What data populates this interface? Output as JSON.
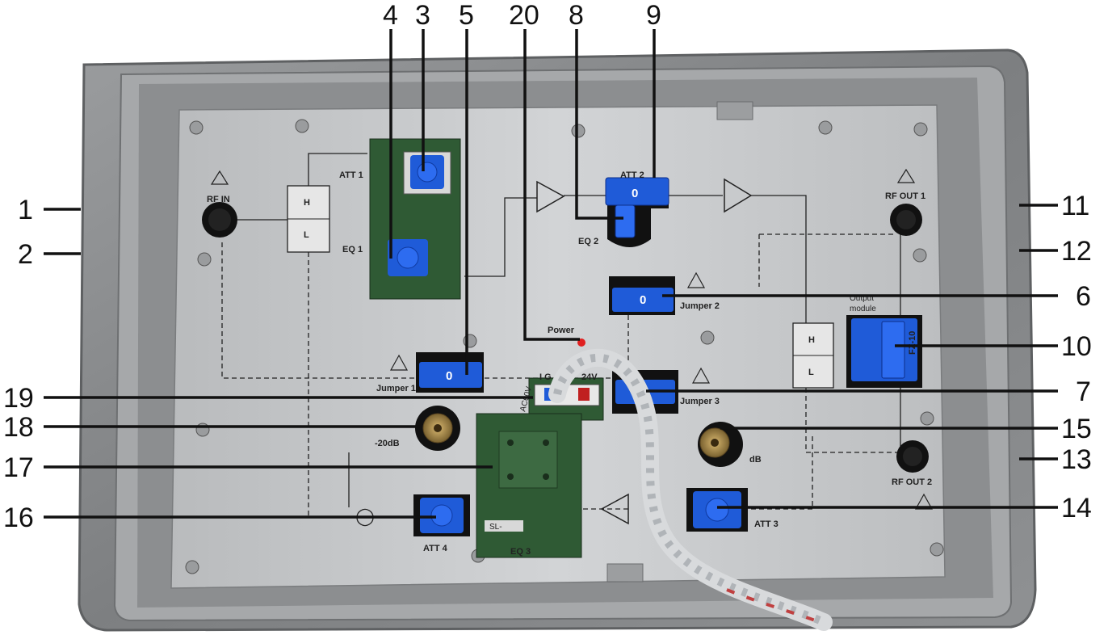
{
  "callouts": {
    "c1": "1",
    "c2": "2",
    "c3": "3",
    "c4": "4",
    "c5": "5",
    "c6": "6",
    "c7": "7",
    "c8": "8",
    "c9": "9",
    "c10": "10",
    "c11": "11",
    "c12": "12",
    "c13": "13",
    "c14": "14",
    "c15": "15",
    "c16": "16",
    "c17": "17",
    "c18": "18",
    "c19": "19",
    "c20": "20"
  },
  "panel": {
    "rf_in": "RF IN",
    "rf_out1": "RF OUT 1",
    "rf_out2": "RF OUT 2",
    "att1": "ATT 1",
    "att2": "ATT 2",
    "att3": "ATT 3",
    "att4": "ATT 4",
    "eq1": "EQ 1",
    "eq2": "EQ 2",
    "eq3": "EQ 3",
    "jumper1": "Jumper 1",
    "jumper2": "Jumper 2",
    "jumper3": "Jumper 3",
    "power": "Power",
    "output_module_line1": "Output",
    "output_module_line2": "module",
    "output_module_code": "FZ-10",
    "diplexer_h": "H",
    "diplexer_l": "L",
    "test_point_left": "-20dB",
    "test_point_right": "dB",
    "power_in_left": "AC60V",
    "power_in_mid": "I G",
    "power_in_right": "24V",
    "jumper_value": "0",
    "att2_value": "0",
    "eq3_tag": "SL-"
  },
  "colors": {
    "housing": "#8a8c8e",
    "panel": "#c4c6c8",
    "switch_blue": "#1f5bd8",
    "pcb_green": "#2f5a34",
    "hole": "#111111",
    "led_red": "#e02020"
  }
}
